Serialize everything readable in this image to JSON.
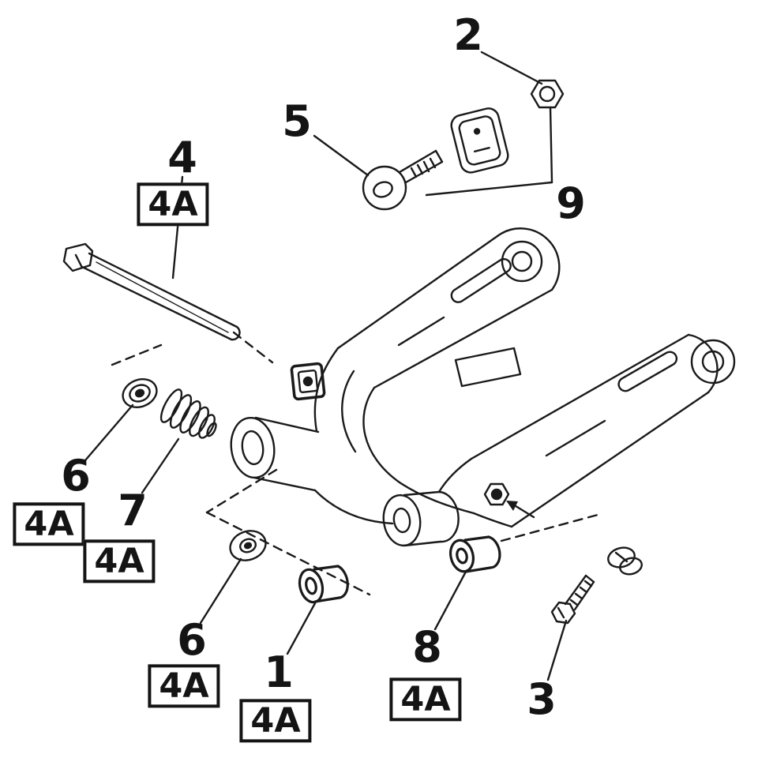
{
  "diagram": {
    "description": "Exploded parts diagram of a swingarm assembly",
    "background_color": "#ffffff",
    "line_color": "#1a1a1a",
    "callout_labels": [
      {
        "text": "2"
      },
      {
        "text": "5"
      },
      {
        "text": "4"
      },
      {
        "text": "9"
      },
      {
        "text": "6"
      },
      {
        "text": "7"
      },
      {
        "text": "6"
      },
      {
        "text": "1"
      },
      {
        "text": "8"
      },
      {
        "text": "3"
      }
    ],
    "boxed_labels": [
      {
        "text": "4A"
      },
      {
        "text": "4A"
      },
      {
        "text": "4A"
      },
      {
        "text": "4A"
      },
      {
        "text": "4A"
      },
      {
        "text": "4A"
      }
    ]
  }
}
